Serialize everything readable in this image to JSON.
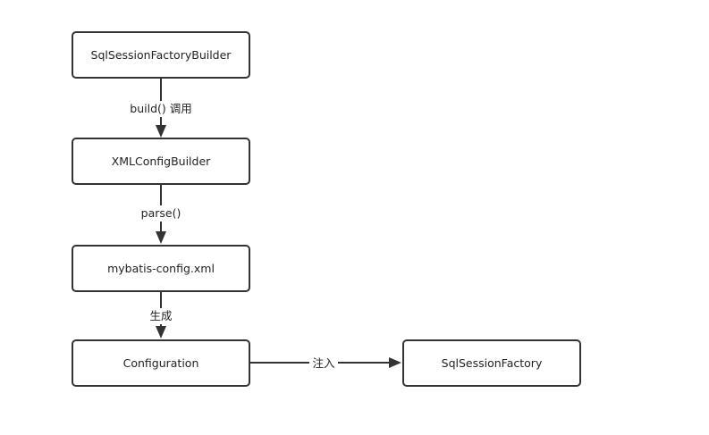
{
  "nodes": {
    "builder": "SqlSessionFactoryBuilder",
    "xml_config_builder": "XMLConfigBuilder",
    "config_file": "mybatis-config.xml",
    "configuration": "Configuration",
    "factory": "SqlSessionFactory"
  },
  "edges": {
    "builder_to_xml": "build() 调用",
    "xml_to_file": "parse()",
    "file_to_configuration": "生成",
    "configuration_to_factory": "注入"
  }
}
